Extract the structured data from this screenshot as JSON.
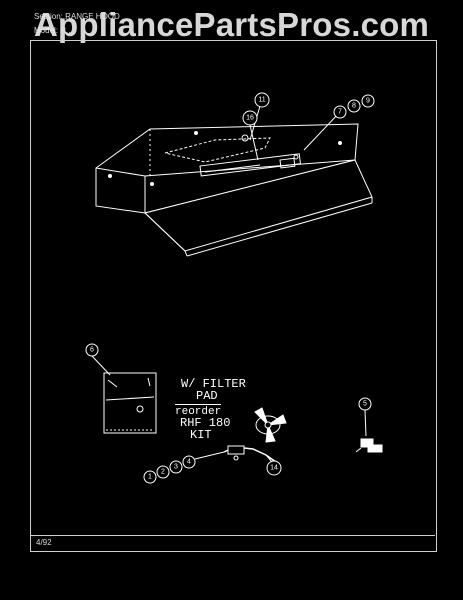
{
  "header": {
    "section_line": "Section: RANGE HOOD",
    "model_line": "Model: R..."
  },
  "watermark": "AppliancePartsPros.com",
  "footer": {
    "date": "4/92"
  },
  "filter_note": [
    "W/ FILTER",
    "PAD",
    "reorder",
    "RHF 180",
    "KIT"
  ],
  "callouts": [
    "11",
    "16",
    "7",
    "8",
    "9",
    "6",
    "5",
    "1",
    "2",
    "3",
    "4",
    "14"
  ]
}
